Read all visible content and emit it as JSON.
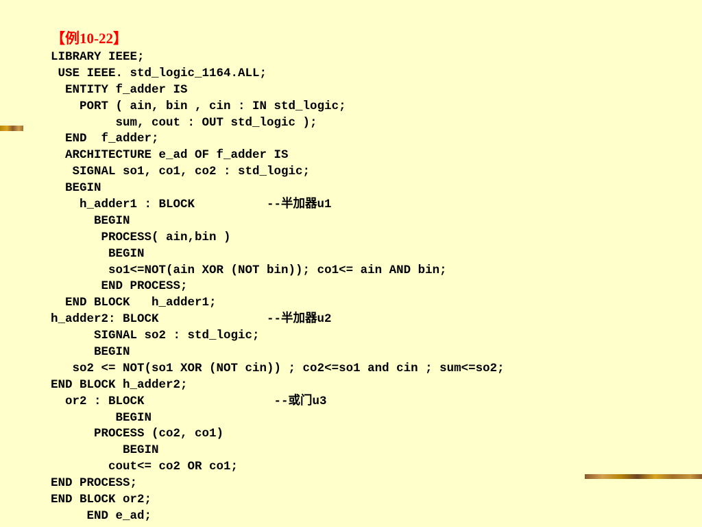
{
  "slide": {
    "title": "【例10-22】",
    "code_lines": [
      "LIBRARY IEEE;",
      " USE IEEE. std_logic_1164.ALL;",
      "  ENTITY f_adder IS",
      "    PORT ( ain, bin , cin : IN std_logic;",
      "         sum, cout : OUT std_logic );",
      "  END  f_adder;",
      "  ARCHITECTURE e_ad OF f_adder IS",
      "   SIGNAL so1, co1, co2 : std_logic;",
      "  BEGIN",
      "    h_adder1 : BLOCK          --半加器u1",
      "      BEGIN",
      "       PROCESS( ain,bin )",
      "        BEGIN",
      "        so1<=NOT(ain XOR (NOT bin)); co1<= ain AND bin;",
      "       END PROCESS;",
      "  END BLOCK   h_adder1;",
      "h_adder2: BLOCK               --半加器u2",
      "      SIGNAL so2 : std_logic;",
      "      BEGIN",
      "   so2 <= NOT(so1 XOR (NOT cin)) ; co2<=so1 and cin ; sum<=so2;",
      "END BLOCK h_adder2;",
      "  or2 : BLOCK                  --或门u3",
      "         BEGIN",
      "      PROCESS (co2, co1)",
      "          BEGIN",
      "        cout<= co2 OR co1;",
      "END PROCESS;",
      "END BLOCK or2;",
      "     END e_ad;"
    ]
  },
  "colors": {
    "background": "#FFFFCC",
    "title": "#FF0000",
    "code_text": "#000000",
    "decor_bar": "#B8860B"
  }
}
